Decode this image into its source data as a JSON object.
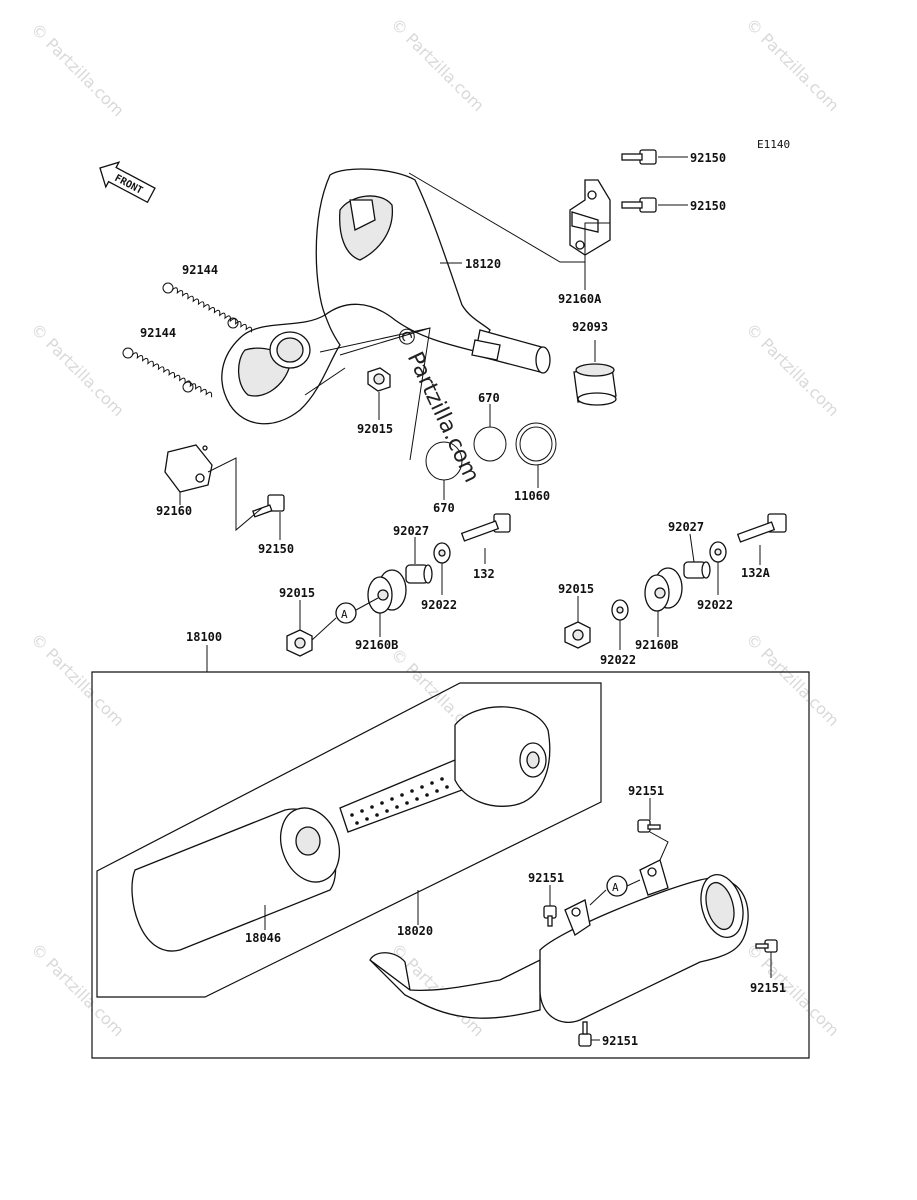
{
  "diagram_code": "E1140",
  "front_label": "FRONT",
  "watermark": "© Partzilla.com",
  "ref_marker": "A",
  "parts": {
    "p92150_top": "92150",
    "p92150_mid": "92150",
    "p18120": "18120",
    "p92160A": "92160A",
    "p92144_a": "92144",
    "p92144_b": "92144",
    "p92093": "92093",
    "p670_a": "670",
    "p670_b": "670",
    "p92015_a": "92015",
    "p11060": "11060",
    "p92160": "92160",
    "p92150_bot": "92150",
    "p92027_a": "92027",
    "p132": "132",
    "p92022_a": "92022",
    "p92015_b": "92015",
    "p92160B_a": "92160B",
    "p92027_b": "92027",
    "p132A": "132A",
    "p92015_c": "92015",
    "p92022_b": "92022",
    "p92022_c": "92022",
    "p92160B_b": "92160B",
    "p18100": "18100",
    "p92151_a": "92151",
    "p92151_b": "92151",
    "p18046": "18046",
    "p18020": "18020",
    "p92151_c": "92151",
    "p92151_d": "92151"
  }
}
